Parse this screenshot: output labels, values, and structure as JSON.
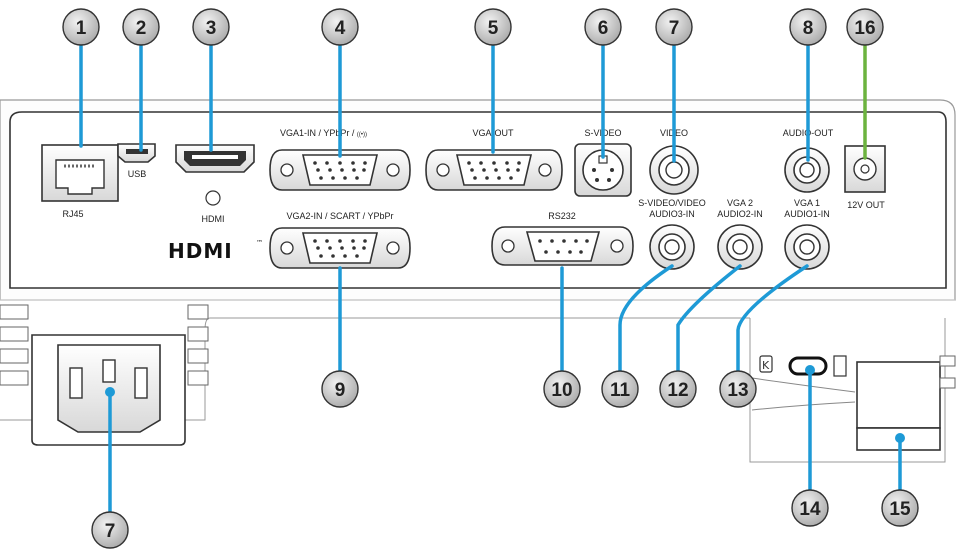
{
  "port_labels": {
    "rj45": "RJ45",
    "usb": "USB",
    "hdmi": "HDMI",
    "vga1_in": "VGA1-IN / YPbPr / ",
    "vga1_wireless": "((•))",
    "vga_out": "VGA-OUT",
    "s_video": "S-VIDEO",
    "video": "VIDEO",
    "audio_out": "AUDIO-OUT",
    "out_12v": "12V OUT",
    "vga2_in": "VGA2-IN / SCART / YPbPr",
    "rs232": "RS232",
    "audio3_line1": "S-VIDEO/VIDEO",
    "audio3_line2": "AUDIO3-IN",
    "audio2_line1": "VGA 2",
    "audio2_line2": "AUDIO2-IN",
    "audio1_line1": "VGA 1",
    "audio1_line2": "AUDIO1-IN",
    "hdmi_logo": "HDMI",
    "hdmi_tm": "™"
  },
  "callouts": {
    "c1": "1",
    "c2": "2",
    "c3": "3",
    "c4": "4",
    "c5": "5",
    "c6": "6",
    "c7": "7",
    "c8": "8",
    "c16": "16",
    "c9": "9",
    "c10": "10",
    "c11": "11",
    "c12": "12",
    "c13": "13",
    "c7b": "7",
    "c14": "14",
    "c15": "15"
  },
  "colors": {
    "callout_line": "#1e9ad6",
    "callout_line_16": "#6cb33f",
    "panel_stroke": "#333333",
    "badge_fill": "#c8c8c8"
  }
}
